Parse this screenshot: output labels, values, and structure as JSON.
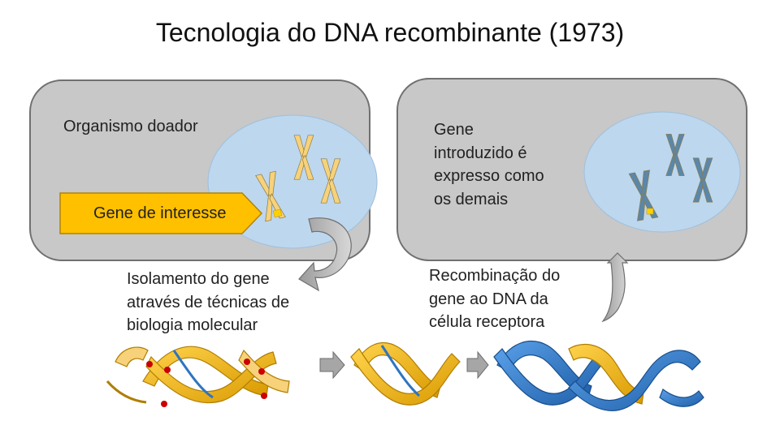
{
  "title": "Tecnologia do DNA recombinante (1973)",
  "labels": {
    "donor": "Organismo doador",
    "gene_of_interest": "Gene de interesse",
    "isolation": "Isolamento do gene através de técnicas de biologia molecular",
    "expressed": "Gene introduzido é expresso como os demais",
    "recombination": "Recombinação do gene ao DNA da célula receptora"
  },
  "colors": {
    "panel": "#c8c8c8",
    "cell": "#bdd7ee",
    "chromosome_donor": "#f7d27a",
    "chromosome_receptor": "#5b87a8",
    "gene_highlight": "#ffd000",
    "dna_gold": "#f5b800",
    "dna_blue": "#2e75c0",
    "restriction_dot": "#cc0000"
  }
}
